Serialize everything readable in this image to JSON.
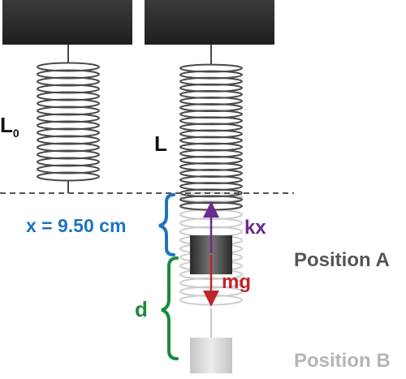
{
  "labels": {
    "l0_main": "L",
    "l0_sub": "0",
    "l": "L",
    "x": "x = 9.50 cm",
    "kx": "kx",
    "mg": "mg",
    "d": "d",
    "position_a": "Position A",
    "position_b": "Position B"
  },
  "colors": {
    "ceiling": "#2b2b2b",
    "spring_dark": "#4a4a4a",
    "spring_light": "#c9c9c9",
    "mass_a": "#3a3a3a",
    "mass_b": "#cfcfcf",
    "x_brace": "#1e73be",
    "d_brace": "#1a8a3a",
    "kx_arrow": "#6a2b8f",
    "mg_arrow": "#c0242b",
    "position_a_text": "#555555",
    "position_b_text": "#b5b5b5",
    "dashed_line": "#555555"
  }
}
